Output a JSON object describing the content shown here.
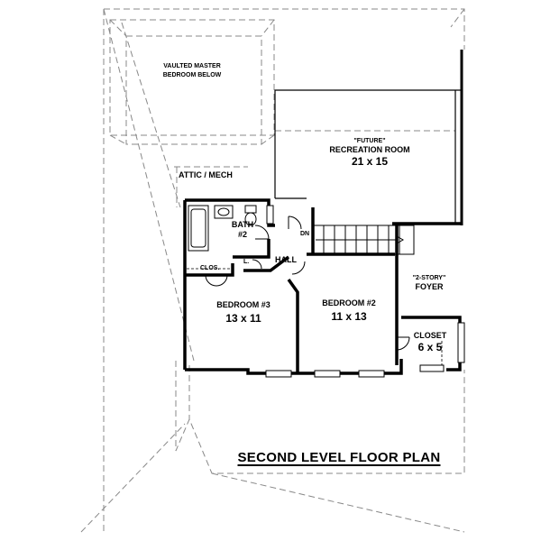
{
  "plan_title": "SECOND LEVEL FLOOR PLAN",
  "vaulted": {
    "line1": "VAULTED MASTER",
    "line2": "BEDROOM BELOW"
  },
  "attic": "ATTIC / MECH",
  "recreation": {
    "tag": "\"FUTURE\"",
    "name": "RECREATION ROOM",
    "size": "21 x 15"
  },
  "bath": {
    "name": "BATH",
    "num": "#2"
  },
  "clos": "CLOS.",
  "linen": "L.",
  "hall": "HALL",
  "dn": "DN",
  "bedroom3": {
    "name": "BEDROOM #3",
    "size": "13 x 11"
  },
  "bedroom2": {
    "name": "BEDROOM #2",
    "size": "11 x 13"
  },
  "foyer": {
    "tag": "\"2-STORY\"",
    "name": "FOYER"
  },
  "closet": {
    "name": "CLOSET",
    "size": "6 x 5"
  }
}
